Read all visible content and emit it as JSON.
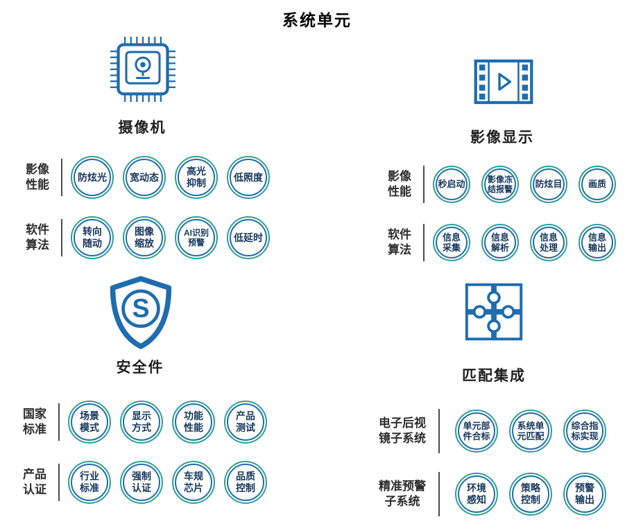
{
  "title": "系统单元",
  "colors": {
    "icon_blue": "#1f6cb0",
    "ring_teal": "#2f9e8f",
    "ring_blue": "#1f6cb0",
    "text_navy": "#16365c"
  },
  "sections": {
    "camera": {
      "label": "摄像机",
      "icon": "camera-chip-icon",
      "rows": [
        {
          "label": [
            "影像",
            "性能"
          ],
          "items": [
            [
              "防炫光"
            ],
            [
              "宽动态"
            ],
            [
              "高光",
              "抑制"
            ],
            [
              "低照度"
            ]
          ]
        },
        {
          "label": [
            "软件",
            "算法"
          ],
          "items": [
            [
              "转向",
              "随动"
            ],
            [
              "图像",
              "缩放"
            ],
            [
              "AI识别",
              "预警"
            ],
            [
              "低延时"
            ]
          ]
        }
      ]
    },
    "display": {
      "label": "影像显示",
      "icon": "video-display-icon",
      "rows": [
        {
          "label": [
            "影像",
            "性能"
          ],
          "items": [
            [
              "秒启动"
            ],
            [
              "影像冻",
              "结报警"
            ],
            [
              "防炫目"
            ],
            [
              "画质"
            ]
          ]
        },
        {
          "label": [
            "软件",
            "算法"
          ],
          "items": [
            [
              "信息",
              "采集"
            ],
            [
              "信息",
              "解析"
            ],
            [
              "信息",
              "处理"
            ],
            [
              "信息",
              "输出"
            ]
          ]
        }
      ]
    },
    "safety": {
      "label": "安全件",
      "icon": "shield-icon",
      "shield_letter": "S",
      "rows": [
        {
          "label": [
            "国家",
            "标准"
          ],
          "items": [
            [
              "场景",
              "模式"
            ],
            [
              "显示",
              "方式"
            ],
            [
              "功能",
              "性能"
            ],
            [
              "产品",
              "测试"
            ]
          ]
        },
        {
          "label": [
            "产品",
            "认证"
          ],
          "items": [
            [
              "行业",
              "标准"
            ],
            [
              "强制",
              "认证"
            ],
            [
              "车规",
              "芯片"
            ],
            [
              "品质",
              "控制"
            ]
          ]
        }
      ]
    },
    "integration": {
      "label": "匹配集成",
      "icon": "puzzle-icon",
      "rows": [
        {
          "label": [
            "电子后视",
            "镜子系统"
          ],
          "items": [
            [
              "单元部",
              "件合标"
            ],
            [
              "系统单",
              "元匹配"
            ],
            [
              "综合指",
              "标实现"
            ]
          ]
        },
        {
          "label": [
            "精准预警",
            "子系统"
          ],
          "items": [
            [
              "环境",
              "感知"
            ],
            [
              "策略",
              "控制"
            ],
            [
              "预警",
              "输出"
            ]
          ]
        }
      ]
    }
  }
}
